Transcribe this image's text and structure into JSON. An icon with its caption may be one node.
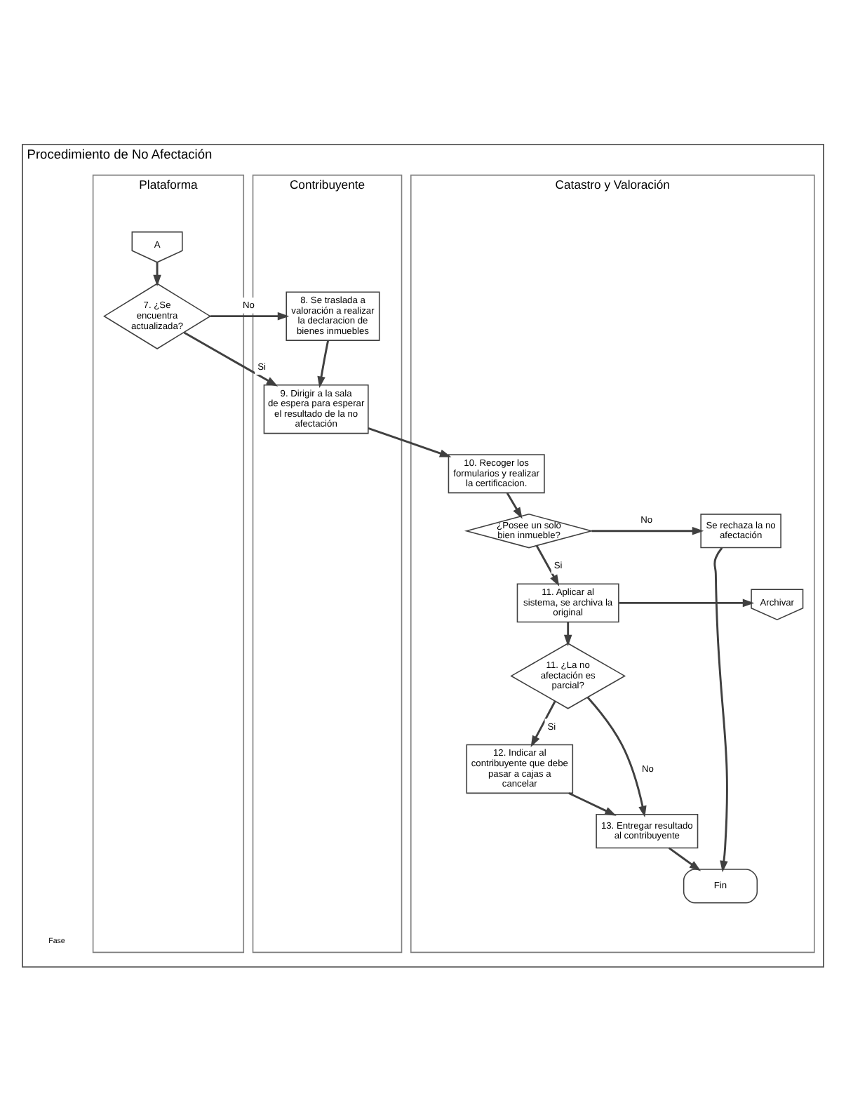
{
  "diagram": {
    "nodes": [
      {
        "text": [
          "Procedimiento de No Afectación"
        ]
      },
      {
        "text": [
          "Plataforma"
        ],
        "in": 0
      },
      {
        "text": [
          "Contribuyente"
        ],
        "in": 0
      },
      {
        "text": [
          "Catastro y Valoración"
        ],
        "in": 0
      },
      {
        "text": [
          "A"
        ],
        "in": 1
      },
      {
        "text": [
          "7. ¿Se encuentra actualizada?"
        ],
        "in": 1
      },
      {
        "text": [
          "8. Se traslada a valoración a realizar la declaracion de bienes inmuebles"
        ],
        "in": 2
      },
      {
        "text": [
          "9. Dirigir a la sala de espera para esperar el resultado de la no afectación"
        ],
        "in": 2
      },
      {
        "text": [
          "10. Recoger los formularios y realizar la certificacion."
        ],
        "in": 3
      },
      {
        "text": [
          "¿Posee un solo bien inmueble?"
        ],
        "in": 3
      },
      {
        "text": [
          "Se rechaza la no afectación"
        ],
        "in": 3
      },
      {
        "text": [
          "11. Aplicar al sistema, se archiva la original"
        ],
        "in": 3
      },
      {
        "text": [
          "Archivar"
        ],
        "in": 3
      },
      {
        "text": [
          "11. ¿La no afectación es parcial?"
        ],
        "in": 3
      },
      {
        "text": [
          "12. Indicar al contribuyente que debe pasar a cajas a cancelar"
        ],
        "in": 3
      },
      {
        "text": [
          "13. Entregar resultado al contribuyente"
        ],
        "in": 3
      },
      {
        "text": [
          "Fin"
        ],
        "in": 3
      }
    ],
    "edges": [
      {
        "from": 4,
        "to": 5,
        "arrow": "to"
      },
      {
        "from": 5,
        "to": 6,
        "arrow": "to",
        "label": "No"
      },
      {
        "from": 5,
        "to": 7,
        "arrow": "to",
        "label": "Si"
      },
      {
        "from": 6,
        "to": 7,
        "arrow": "to"
      },
      {
        "from": 7,
        "to": 8,
        "arrow": "to"
      },
      {
        "from": 8,
        "to": 9,
        "arrow": "to"
      },
      {
        "from": 9,
        "to": 10,
        "arrow": "to",
        "label": "No"
      },
      {
        "from": 9,
        "to": 11,
        "arrow": "to",
        "label": "Si"
      },
      {
        "from": 11,
        "to": 12,
        "arrow": "to"
      },
      {
        "from": 11,
        "to": 13,
        "arrow": "to"
      },
      {
        "from": 13,
        "to": 14,
        "arrow": "to",
        "label": "Si"
      },
      {
        "from": 13,
        "to": 15,
        "arrow": "to",
        "label": "No"
      },
      {
        "from": 14,
        "to": 15,
        "arrow": "to"
      },
      {
        "from": 15,
        "to": 16,
        "arrow": "to"
      },
      {
        "from": 10,
        "to": 16,
        "arrow": "to"
      }
    ],
    "labels": [
      "Fase"
    ]
  }
}
